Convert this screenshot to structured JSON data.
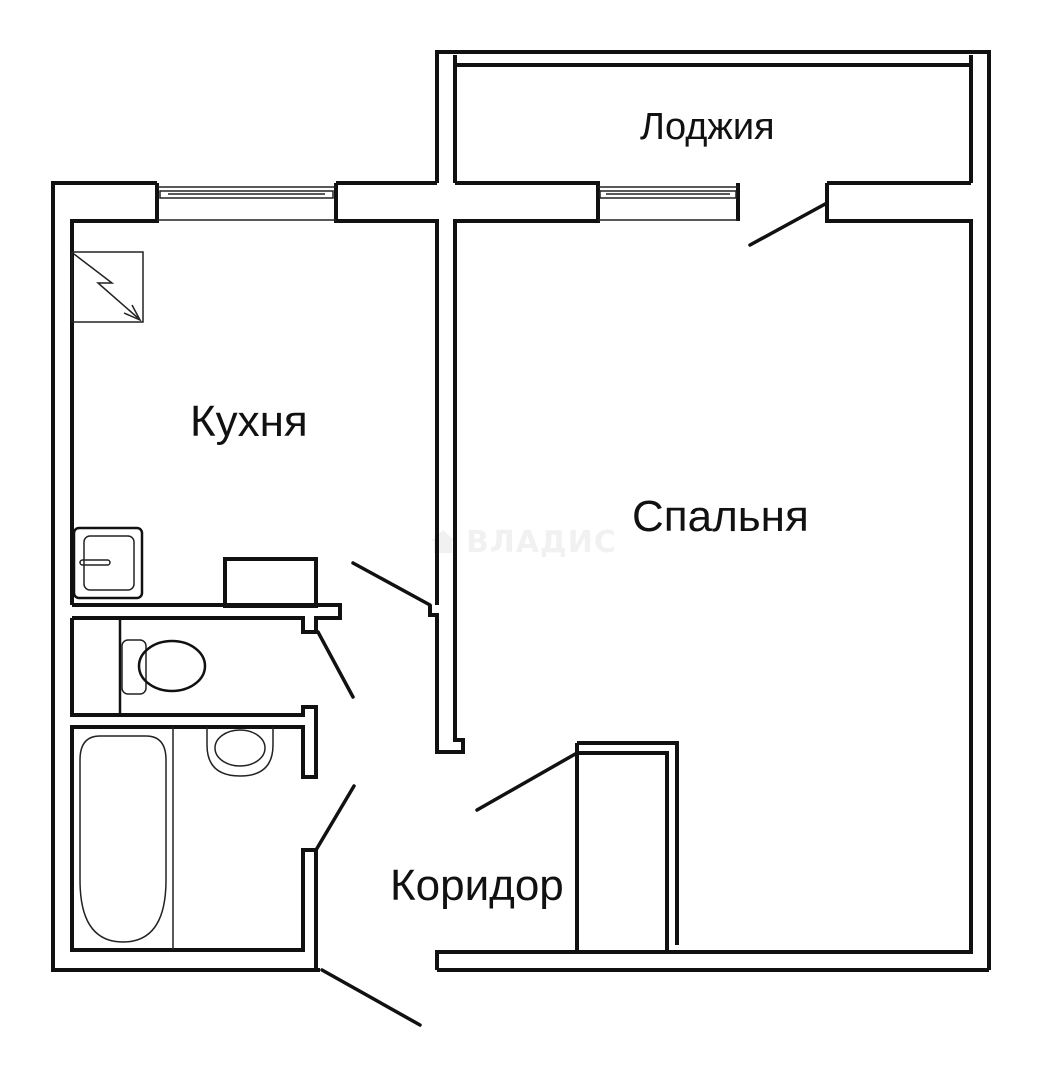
{
  "floor_plan": {
    "rooms": [
      {
        "id": "loggia",
        "label": "Лоджия"
      },
      {
        "id": "kitchen",
        "label": "Кухня"
      },
      {
        "id": "bedroom",
        "label": "Спальня"
      },
      {
        "id": "corridor",
        "label": "Коридор"
      }
    ],
    "fixtures": [
      {
        "room": "kitchen",
        "type": "gas-water-heater"
      },
      {
        "room": "kitchen",
        "type": "sink"
      },
      {
        "room": "kitchen",
        "type": "stove-counter"
      },
      {
        "room": "toilet",
        "type": "toilet"
      },
      {
        "room": "bathroom",
        "type": "bathtub"
      },
      {
        "room": "bathroom",
        "type": "washbasin"
      }
    ],
    "windows": [
      "kitchen-window",
      "bedroom-window"
    ],
    "watermark": "ВЛАДИС"
  },
  "colors": {
    "wall": "#111111",
    "background": "#ffffff"
  }
}
